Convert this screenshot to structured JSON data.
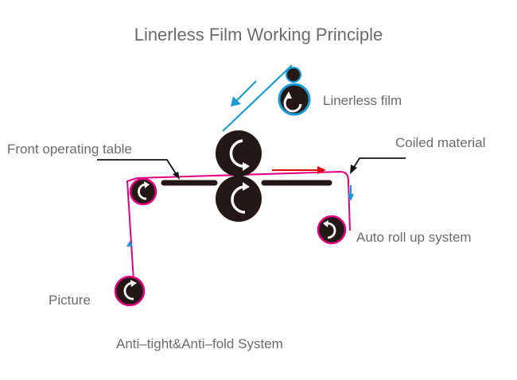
{
  "title": "Linerless Film Working Principle",
  "labels": {
    "linerless_film": "Linerless film",
    "front_operating_table": "Front operating table",
    "coiled_material": "Coiled material",
    "auto_roll_up_system": "Auto roll up system",
    "picture": "Picture",
    "anti_system": "Anti–tight&Anti–fold System"
  },
  "colors": {
    "roller": "#231815",
    "film_line": "#1a9ad6",
    "material_line": "#e4007f",
    "direction_arrow": "#e60012",
    "rotation_arrow": "#ffffff",
    "pointer": "#111111",
    "text": "#6b6b6b"
  }
}
